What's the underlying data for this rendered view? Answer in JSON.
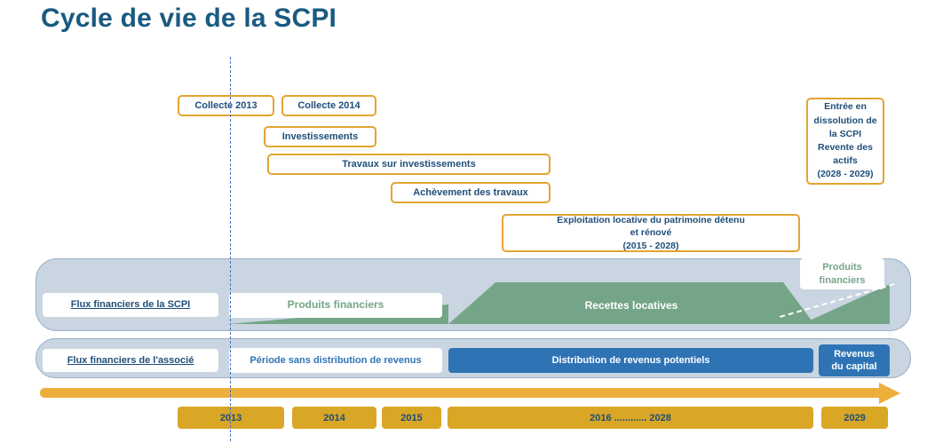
{
  "title": "Cycle de vie de la SCPI",
  "colors": {
    "title-blue": "#1A5A80",
    "dark-blue": "#1F4E79",
    "gold-border": "#E3A430",
    "gold-fill": "#D9A626",
    "arrow-gold": "#EDAF3B",
    "band-bg": "#C9D5E1",
    "band-border": "#9AAFC3",
    "green": "#74A588",
    "blue": "#2E74B5",
    "dash-blue": "#4472C4"
  },
  "phases": [
    {
      "label": "Collecte 2013"
    },
    {
      "label": "Collecte 2014"
    },
    {
      "label": "Investissements"
    },
    {
      "label": "Travaux sur investissements"
    },
    {
      "label": "Achèvement des travaux"
    },
    {
      "label": "Exploitation locative du patrimoine détenu\net rénové\n(2015 - 2028)"
    },
    {
      "label": "Entrée en\ndissolution de\nla SCPI\nRevente des\nactifs\n(2028 - 2029)"
    }
  ],
  "scpi_band": {
    "title": "Flux financiers de la SCPI",
    "produits_financiers_left": "Produits financiers",
    "recettes_locatives": "Recettes locatives",
    "produits_financiers_right": "Produits\nfinanciers"
  },
  "associe_band": {
    "title": "Flux financiers de l'associé",
    "periode_sans_distribution": "Période sans distribution de revenus",
    "distribution_revenus": "Distribution de revenus potentiels",
    "revenus_du_capital": "Revenus\ndu capital"
  },
  "timeline": [
    "2013",
    "2014",
    "2015",
    "2016 ............ 2028",
    "2029"
  ]
}
